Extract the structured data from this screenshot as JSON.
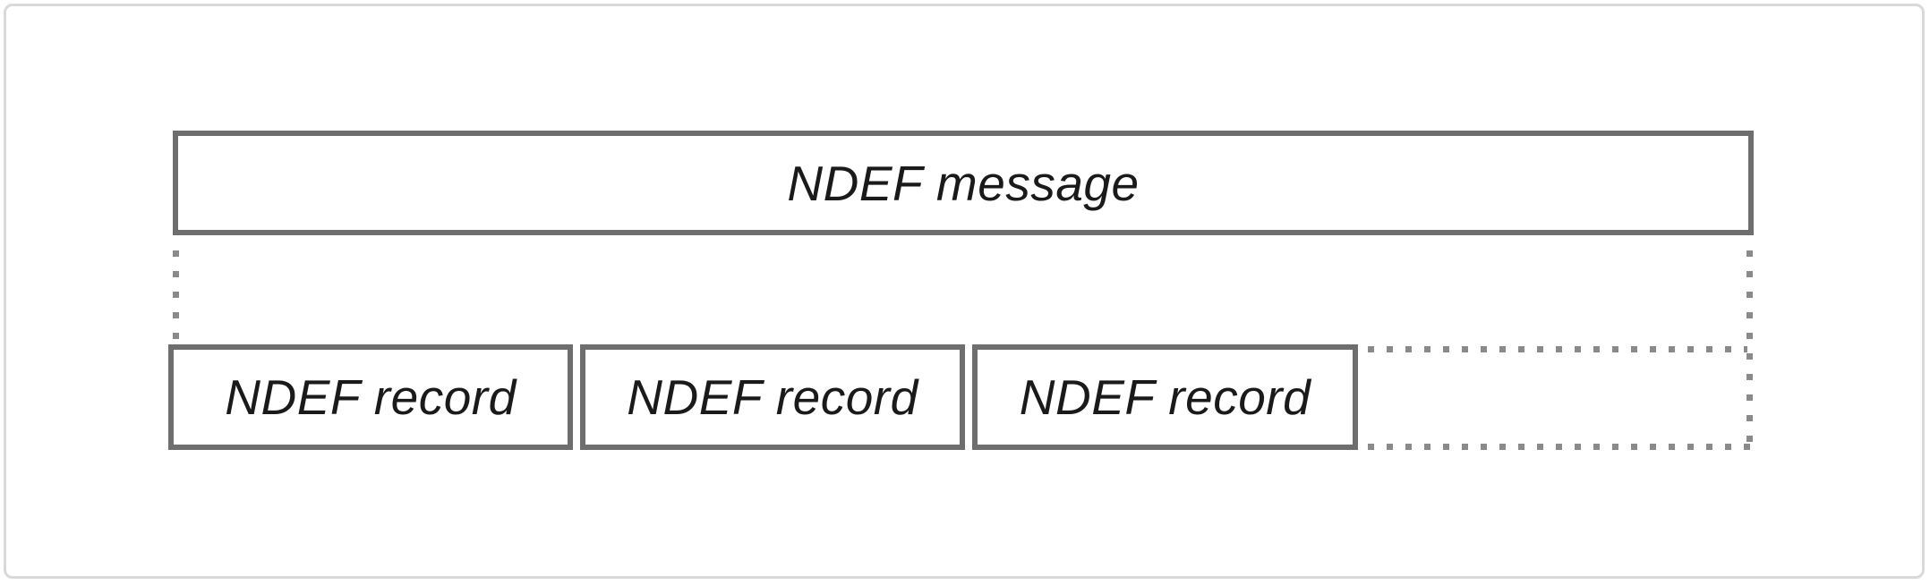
{
  "diagram": {
    "title_box": {
      "label": "NDEF message"
    },
    "record_boxes": [
      {
        "label": "NDEF record"
      },
      {
        "label": "NDEF record"
      },
      {
        "label": "NDEF record"
      }
    ],
    "continuation": {
      "description": "dotted connectors indicating the NDEF message expands into a sequence of NDEF records, with more records implied to the right"
    },
    "colors": {
      "box_border": "#6e6e6e",
      "dotted_line": "#8a8a8a",
      "text": "#1a1a1a",
      "frame_border": "#d9d9dc",
      "background": "#ffffff"
    }
  }
}
